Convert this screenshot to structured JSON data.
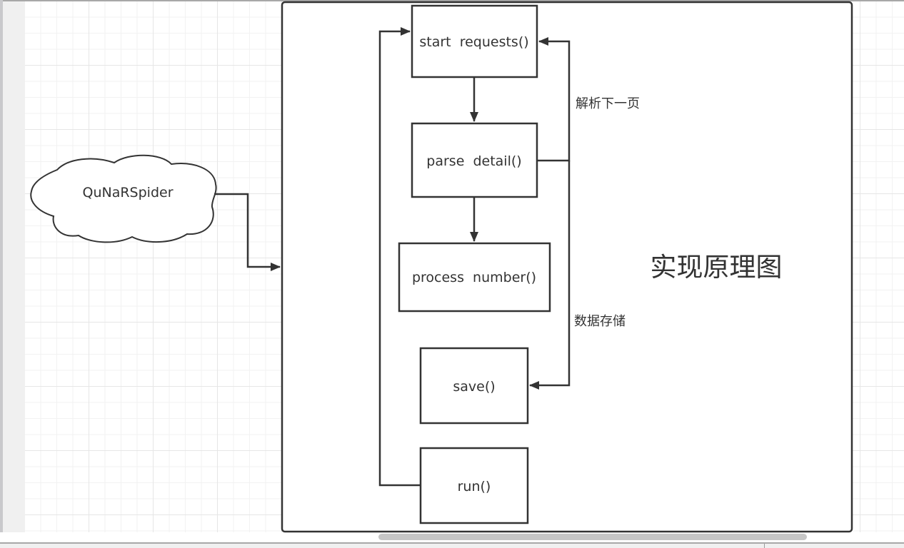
{
  "diagram": {
    "title": "实现原理图",
    "source_shape": {
      "type": "cloud",
      "label": "QuNaRSpider"
    },
    "container": {
      "type": "rounded-rectangle",
      "role": "implementation-boundary"
    },
    "nodes": [
      {
        "id": "start_requests",
        "label": "start  requests()"
      },
      {
        "id": "parse_detail",
        "label": "parse  detail()"
      },
      {
        "id": "process_number",
        "label": "process  number()"
      },
      {
        "id": "save",
        "label": "save()"
      },
      {
        "id": "run",
        "label": "run()"
      }
    ],
    "edges": [
      {
        "from": "QuNaRSpider",
        "to": "container",
        "label": ""
      },
      {
        "from": "start_requests",
        "to": "parse_detail",
        "label": ""
      },
      {
        "from": "parse_detail",
        "to": "process_number",
        "label": ""
      },
      {
        "from": "parse_detail",
        "to": "start_requests",
        "label": "解析下一页"
      },
      {
        "from": "parse_detail",
        "to": "save",
        "label": "数据存储"
      },
      {
        "from": "run",
        "to": "start_requests",
        "label": ""
      }
    ],
    "edge_labels": {
      "next_page": "解析下一页",
      "data_storage": "数据存储"
    }
  },
  "colors": {
    "stroke": "#333333",
    "text": "#333333",
    "grid_major": "#e6e6e6",
    "grid_minor": "#f2f2f2",
    "canvas": "#ffffff",
    "gutter": "#f0f0f0",
    "scrollbar": "#c6c6c6"
  }
}
